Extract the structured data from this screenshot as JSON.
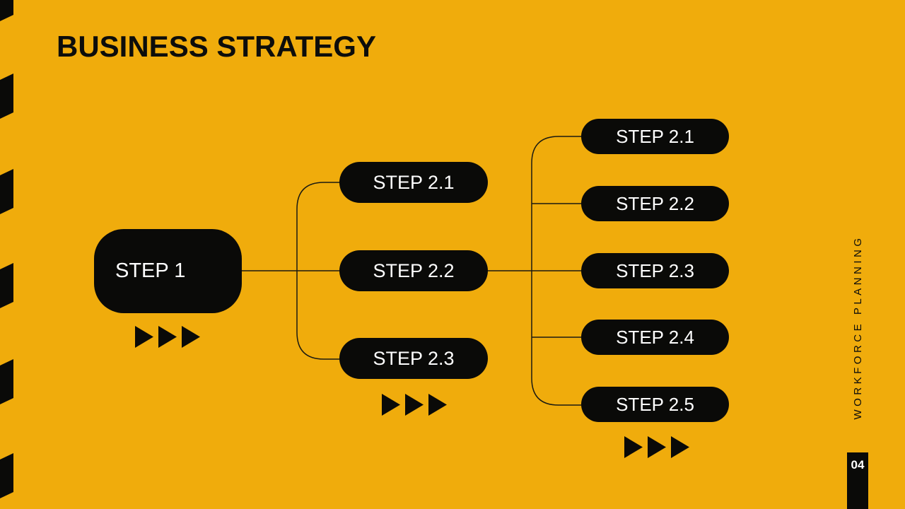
{
  "slide": {
    "title": "BUSINESS STRATEGY",
    "side_label": "WORKFORCE PLANNING",
    "page_number": "04"
  },
  "colors": {
    "background": "#F0AC0C",
    "shape_fill": "#0A0A08",
    "connector": "#1A1A12",
    "shape_text": "#FFFFFF",
    "heading_text": "#0D0D0B"
  },
  "diagram": {
    "root": {
      "label": "STEP 1"
    },
    "level2": [
      {
        "label": "STEP 2.1"
      },
      {
        "label": "STEP 2.2"
      },
      {
        "label": "STEP 2.3"
      }
    ],
    "level3": [
      {
        "label": "STEP 2.1"
      },
      {
        "label": "STEP 2.2"
      },
      {
        "label": "STEP 2.3"
      },
      {
        "label": "STEP 2.4"
      },
      {
        "label": "STEP 2.5"
      }
    ]
  }
}
